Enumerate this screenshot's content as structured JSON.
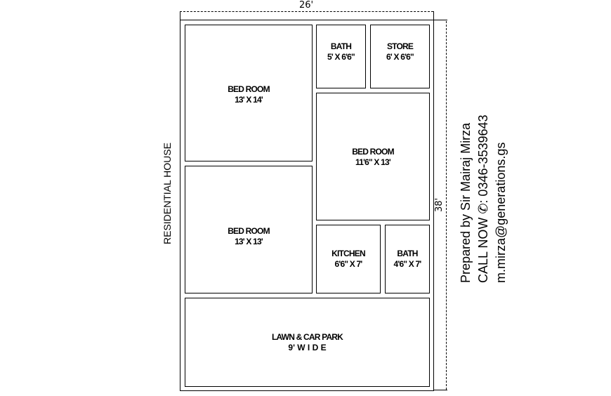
{
  "plan": {
    "title": "RESIDENTIAL HOUSE",
    "width_label": "26'",
    "height_label": "38'"
  },
  "rooms": [
    {
      "id": "bedroom-1",
      "name": "BED ROOM",
      "dimensions": "13' X 14'"
    },
    {
      "id": "bath-1",
      "name": "BATH",
      "dimensions": "5' X 6'6\""
    },
    {
      "id": "store",
      "name": "STORE",
      "dimensions": "6' X 6'6\""
    },
    {
      "id": "bedroom-3",
      "name": "BED ROOM",
      "dimensions": "11'6\" X 13'"
    },
    {
      "id": "bedroom-2",
      "name": "BED ROOM",
      "dimensions": "13' X 13'"
    },
    {
      "id": "kitchen",
      "name": "KITCHEN",
      "dimensions": "6'6\" X 7'"
    },
    {
      "id": "bath-2",
      "name": "BATH",
      "dimensions": "4'6\" X 7'"
    },
    {
      "id": "lawn",
      "name": "LAWN & CAR PARK",
      "dimensions": "9' W I D E"
    }
  ],
  "credits": {
    "line1": "Prepared by Sir Mairaj Mirza",
    "line2": "CALL NOW ✆: 0346-3539643",
    "line3": "m.mirza@generations.gs"
  },
  "colors": {
    "line": "#000000",
    "background": "#ffffff"
  }
}
